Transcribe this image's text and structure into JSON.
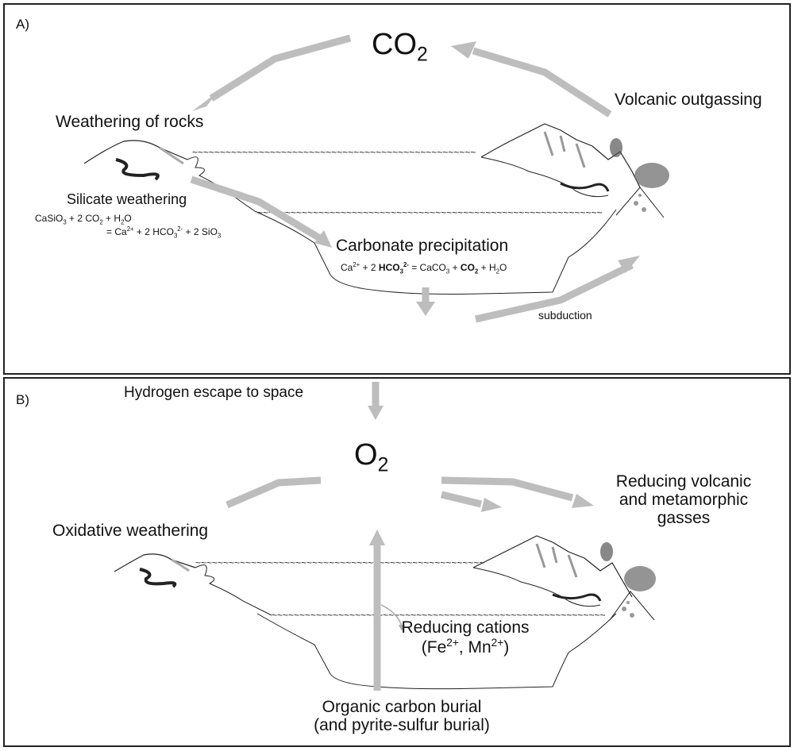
{
  "panel_a": {
    "letter": "A)",
    "gas": {
      "base": "CO",
      "sub": "2"
    },
    "labels": {
      "weathering_of_rocks": "Weathering of rocks",
      "volcanic_outgassing": "Volcanic outgassing",
      "silicate_weathering": "Silicate weathering",
      "carbonate_precipitation": "Carbonate precipitation",
      "subduction": "subduction"
    },
    "silicate_equation": {
      "line1": [
        "CaSiO",
        "3",
        "  + 2 CO",
        "2",
        " + H",
        "2",
        "O"
      ],
      "line2": [
        "= Ca",
        "2+",
        " + 2 HCO",
        "3",
        "2-",
        " + 2 SiO",
        "3"
      ]
    },
    "carbonate_equation": [
      "Ca",
      "2+",
      " + 2 ",
      "HCO",
      "3",
      "2-",
      " = CaCO",
      "3",
      " + ",
      "CO",
      "2",
      " + H",
      "2",
      "O"
    ]
  },
  "panel_b": {
    "letter": "B)",
    "gas": {
      "base": "O",
      "sub": "2"
    },
    "labels": {
      "hydrogen_escape": "Hydrogen escape to space",
      "oxidative_weathering": "Oxidative weathering",
      "reducing_gasses_1": "Reducing volcanic",
      "reducing_gasses_2": "and metamorphic",
      "reducing_gasses_3": "gasses",
      "reducing_cations_1": "Reducing cations",
      "reducing_cations_2": [
        "(Fe",
        "2+",
        ", Mn",
        "2+",
        ")"
      ],
      "organic_burial_1": "Organic carbon burial",
      "organic_burial_2": "(and pyrite-sulfur burial)"
    }
  },
  "colors": {
    "arrow": "#bdbdbd",
    "line": "#222222",
    "smoke": "#555555"
  }
}
